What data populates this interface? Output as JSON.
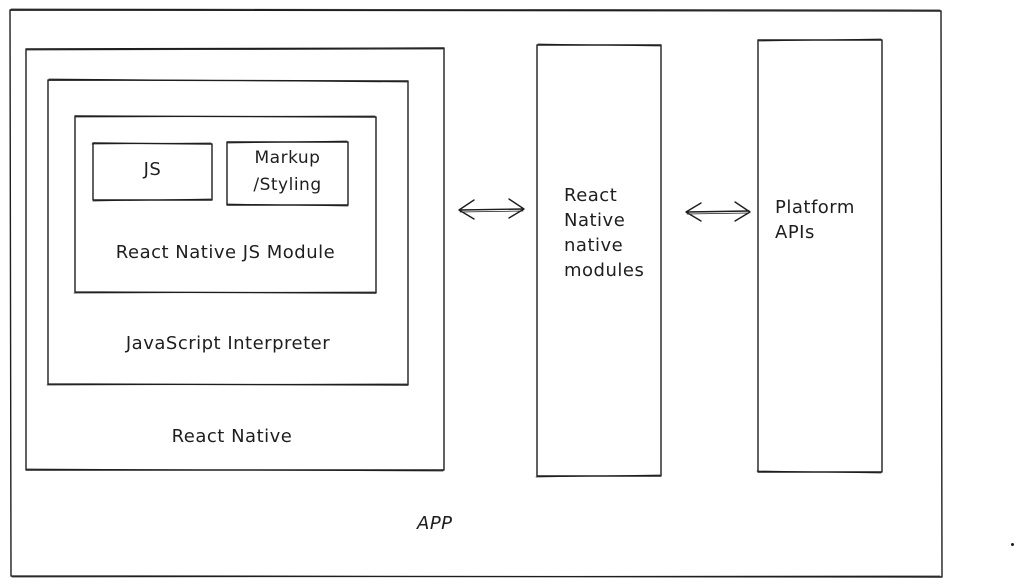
{
  "diagram": {
    "app_label": "APP",
    "react_native_label": "React Native",
    "js_interpreter_label": "JavaScript Interpreter",
    "js_module_label": "React Native JS Module",
    "js_box_label": "JS",
    "markup_box_label_line1": "Markup",
    "markup_box_label_line2": "/Styling",
    "native_modules_lines": [
      "React",
      "Native",
      "native",
      "modules"
    ],
    "platform_apis_lines": [
      "Platform",
      "APIs"
    ]
  },
  "colors": {
    "stroke": "#1e1e1e",
    "background": "#ffffff"
  }
}
